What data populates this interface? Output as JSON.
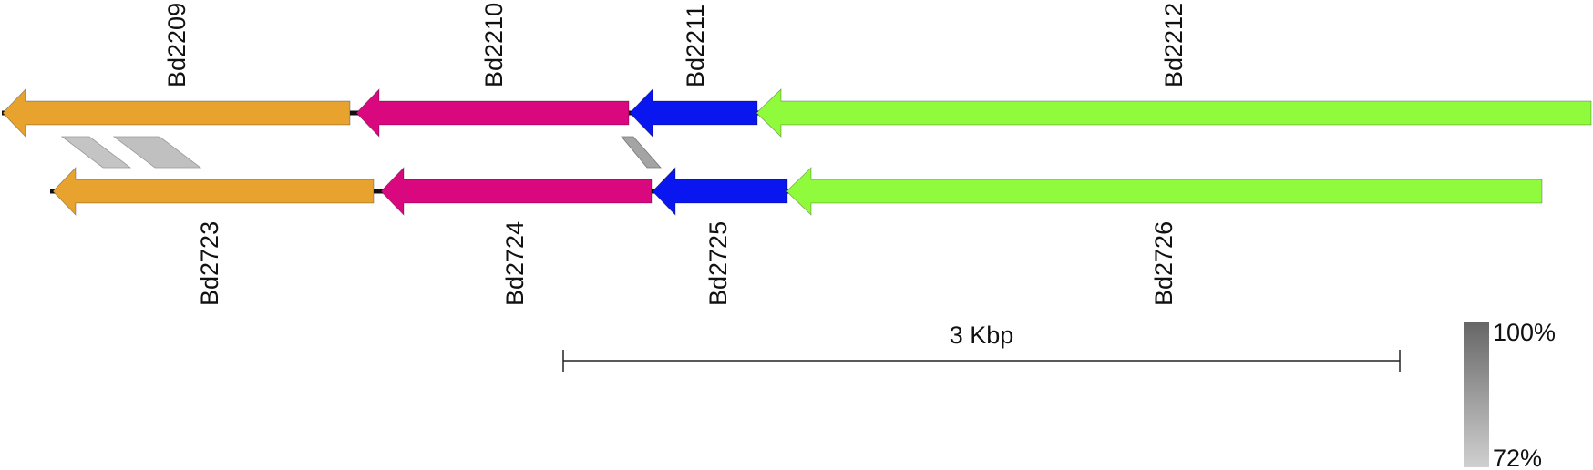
{
  "colors": {
    "orange": "#E8A22E",
    "magenta": "#D9087E",
    "blue": "#0A16F0",
    "green": "#90FA3C",
    "backbone": "#111111",
    "identity_high": "#666666",
    "identity_low": "#d0d0d0"
  },
  "tracks": [
    {
      "name": "top",
      "genes": [
        {
          "label": "Bd2209",
          "color": "orange",
          "strand": "-"
        },
        {
          "label": "Bd2210",
          "color": "magenta",
          "strand": "-"
        },
        {
          "label": "Bd2211",
          "color": "blue",
          "strand": "-"
        },
        {
          "label": "Bd2212",
          "color": "green",
          "strand": "-"
        }
      ]
    },
    {
      "name": "bottom",
      "genes": [
        {
          "label": "Bd2723",
          "color": "orange",
          "strand": "-"
        },
        {
          "label": "Bd2724",
          "color": "magenta",
          "strand": "-"
        },
        {
          "label": "Bd2725",
          "color": "blue",
          "strand": "-"
        },
        {
          "label": "Bd2726",
          "color": "green",
          "strand": "-"
        }
      ]
    }
  ],
  "scale_bar": {
    "label": "3 Kbp"
  },
  "identity_legend": {
    "max_label": "100%",
    "min_label": "72%"
  }
}
